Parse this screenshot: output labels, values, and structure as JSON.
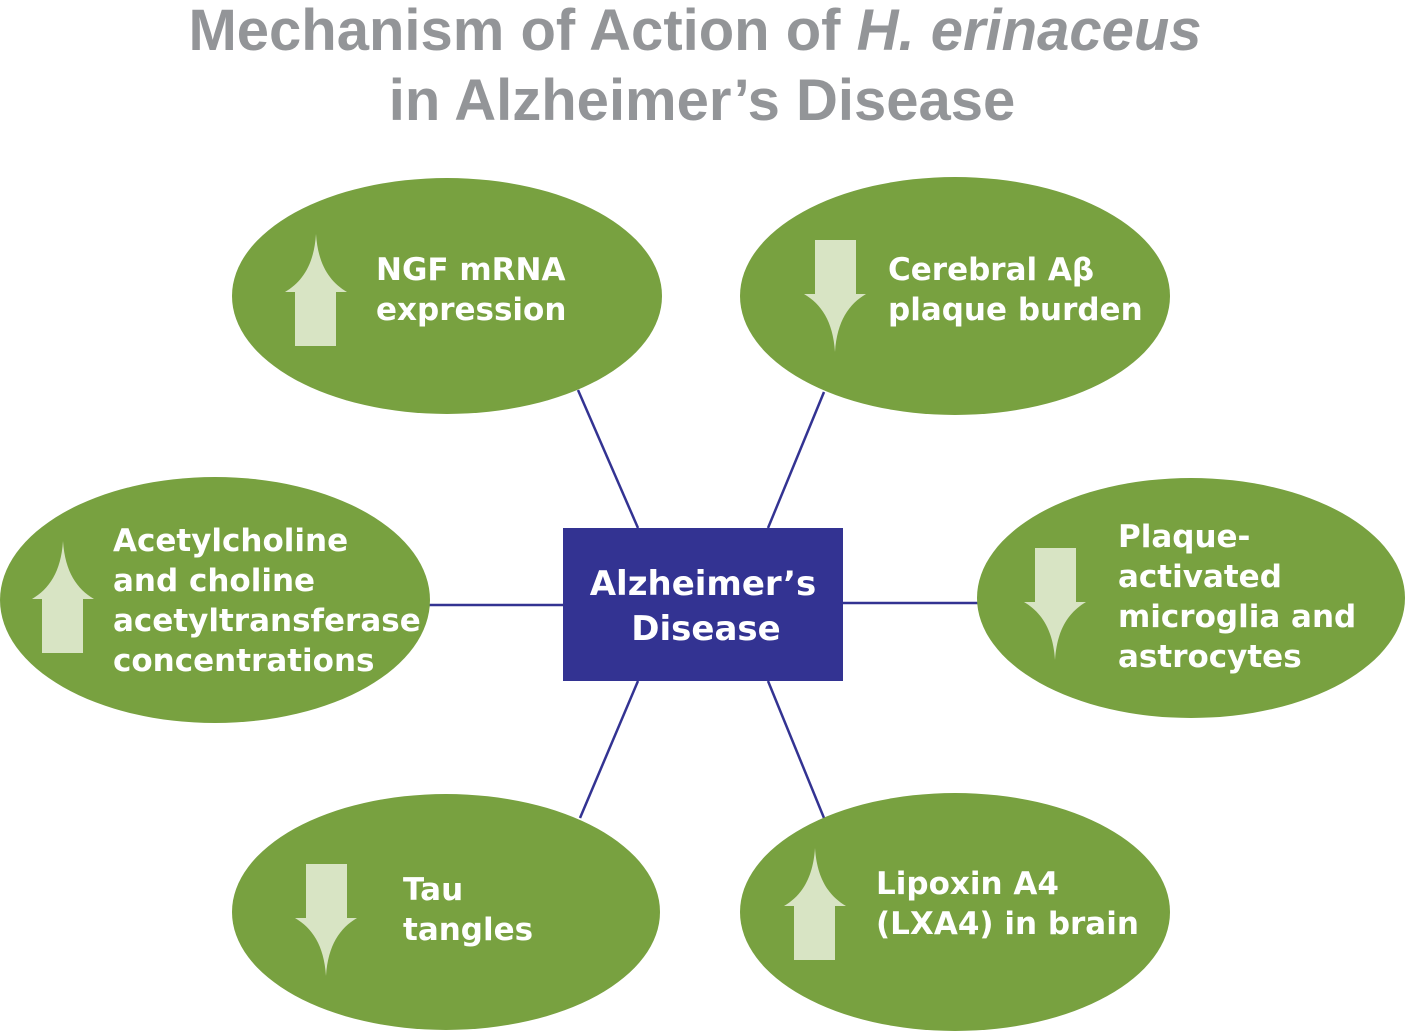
{
  "title": {
    "line1_prefix": "Mechanism of Action of ",
    "line1_italic": "H. erinaceus",
    "line2": "in Alzheimer’s Disease"
  },
  "center": {
    "line1": "Alzheimer’s",
    "line2": "Disease"
  },
  "nodes": [
    {
      "direction": "up",
      "lines": [
        "NGF mRNA",
        "expression"
      ]
    },
    {
      "direction": "down",
      "lines": [
        "Cerebral Aβ",
        "plaque burden"
      ]
    },
    {
      "direction": "up",
      "lines": [
        "Acetylcholine",
        "and choline",
        "acetyltransferase",
        "concentrations"
      ]
    },
    {
      "direction": "down",
      "lines": [
        "Plaque-",
        "activated",
        "microglia and",
        "astrocytes"
      ]
    },
    {
      "direction": "down",
      "lines": [
        "Tau",
        "tangles"
      ]
    },
    {
      "direction": "up",
      "lines": [
        "Lipoxin A4",
        "(LXA4) in brain"
      ]
    }
  ],
  "colors": {
    "ellipse": "#78a140",
    "arrow": "#d8e4c4",
    "box": "#333392",
    "title": "#939598"
  }
}
